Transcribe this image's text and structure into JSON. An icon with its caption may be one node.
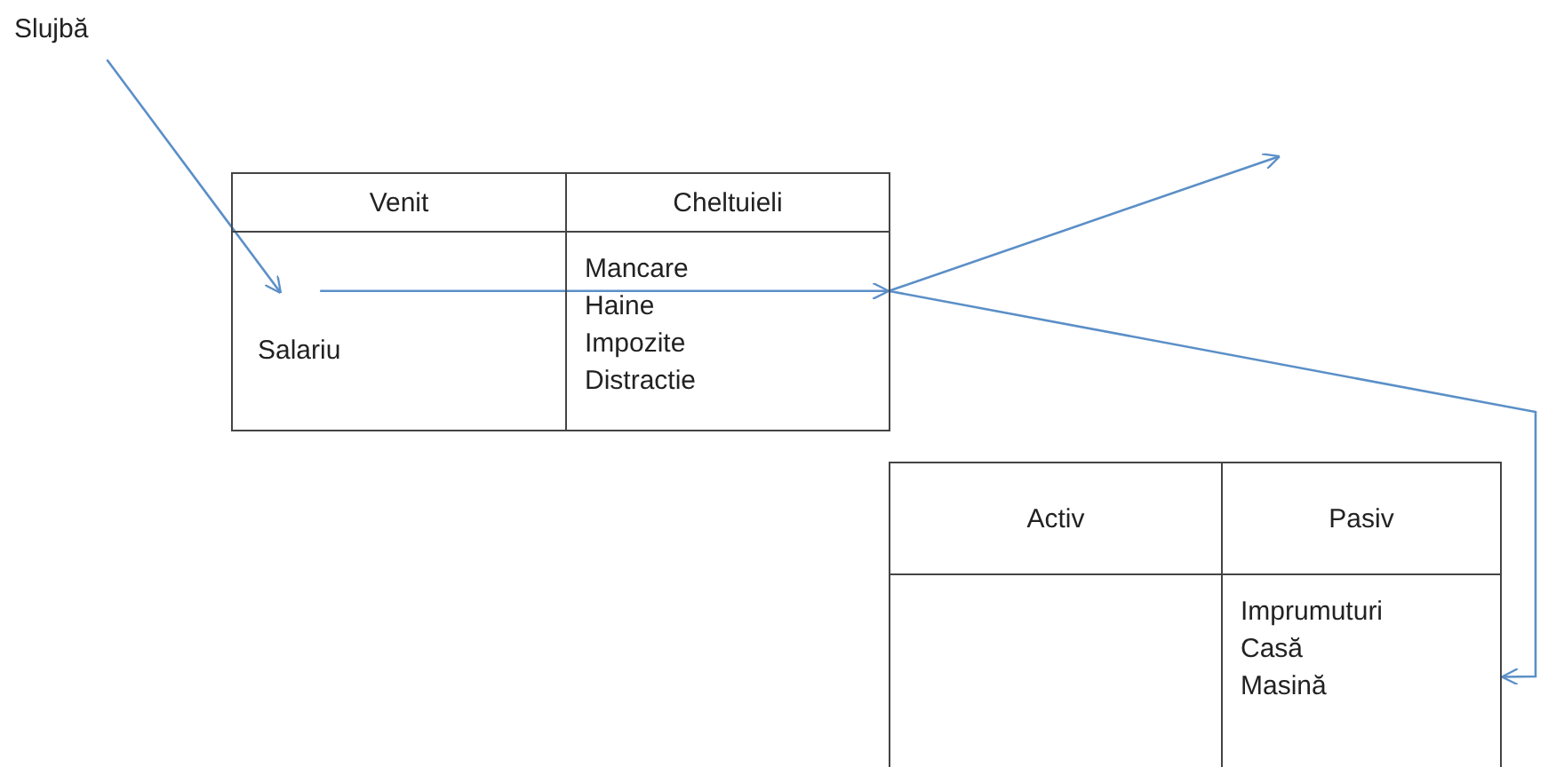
{
  "diagram": {
    "nodes": [
      {
        "text": [
          "Slujbă"
        ]
      },
      {
        "text": [
          "Venit"
        ]
      },
      {
        "text": [
          "Cheltuieli"
        ]
      },
      {
        "text": [
          "Salariu"
        ]
      },
      {
        "text": [
          "Mancare",
          "Haine",
          "Impozite",
          "Distractie"
        ]
      },
      {
        "text": [
          "Activ"
        ]
      },
      {
        "text": [
          "Pasiv"
        ]
      },
      {
        "text": [],
        "shape": "box"
      },
      {
        "text": [
          "Imprumuturi",
          "Casă",
          "Masină"
        ]
      }
    ],
    "edges": [
      {
        "from": 0,
        "to": 3,
        "arrow": "to"
      },
      {
        "from": 3,
        "to": 4,
        "arrow": "to"
      },
      {
        "from": 4,
        "to": null,
        "arrow": "to"
      },
      {
        "from": 4,
        "to": 8,
        "arrow": "to"
      }
    ]
  }
}
